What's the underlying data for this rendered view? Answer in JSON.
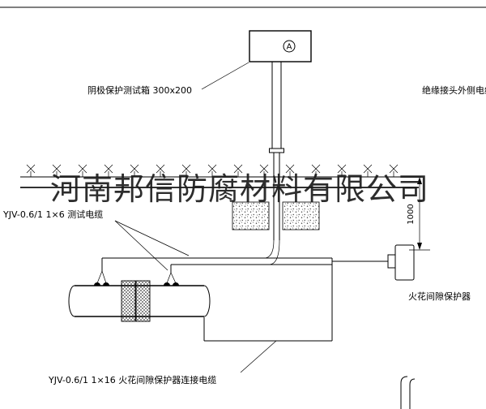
{
  "watermark": "河南邦信防腐材料有限公司",
  "test_box": {
    "meter": "A",
    "label": "阴极保护测试箱 300x200"
  },
  "labels": {
    "insulated_joint_cable": "绝缘接头外侧电缆",
    "test_cable": "YJV-0.6/1 1×6  测试电缆",
    "spark_gap_protector": "火花间隙保护器",
    "spark_gap_cable": "YJV-0.6/1 1×16  火花间隙保护器连接电缆",
    "dimension_depth": "1000"
  },
  "colors": {
    "line": "#000000",
    "watermark": "#1c1c1c",
    "background": "#ffffff"
  }
}
